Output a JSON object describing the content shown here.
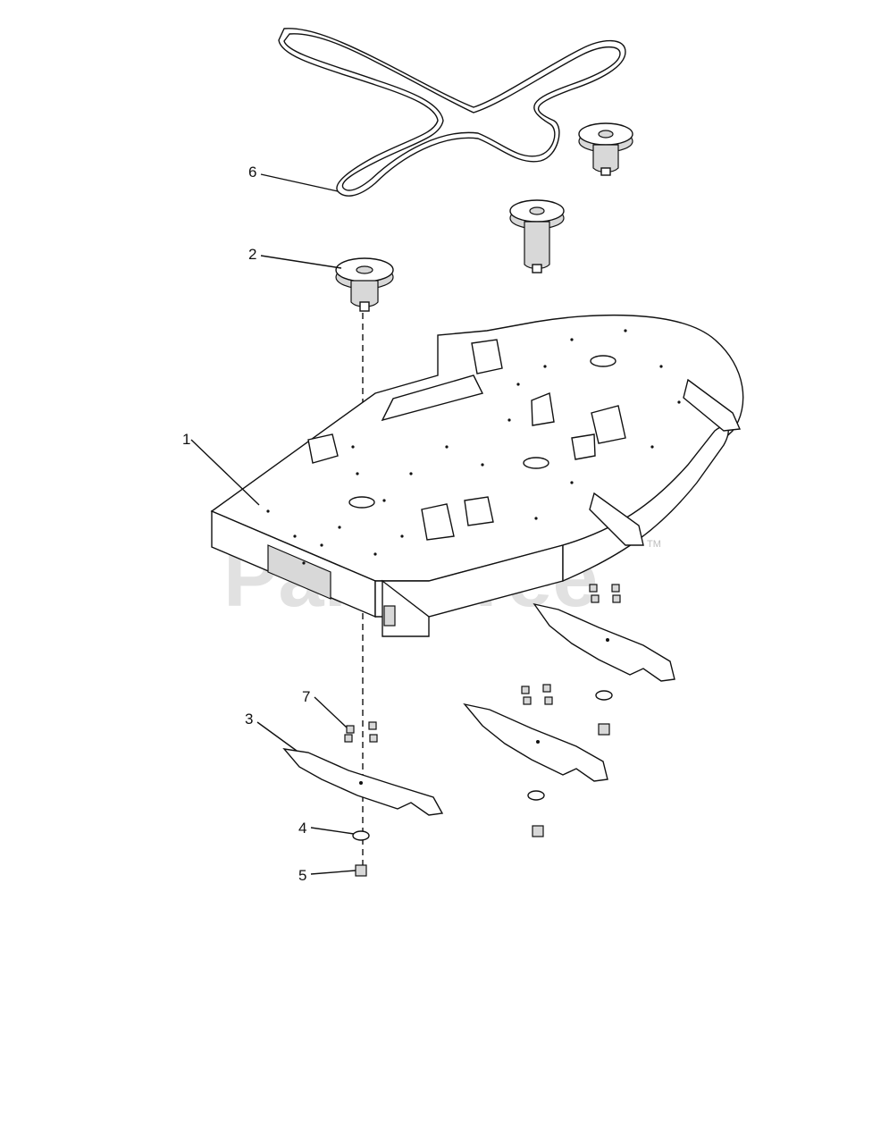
{
  "watermark": {
    "text": "PartsTree",
    "trademark": "TM"
  },
  "callouts": [
    {
      "id": "1",
      "label": "1"
    },
    {
      "id": "2",
      "label": "2"
    },
    {
      "id": "3",
      "label": "3"
    },
    {
      "id": "4",
      "label": "4"
    },
    {
      "id": "5",
      "label": "5"
    },
    {
      "id": "6",
      "label": "6"
    },
    {
      "id": "7",
      "label": "7"
    }
  ],
  "parts": [
    {
      "callout": "1",
      "icon": "mower-deck-housing"
    },
    {
      "callout": "2",
      "icon": "spindle-pulley-assembly"
    },
    {
      "callout": "3",
      "icon": "mower-blade"
    },
    {
      "callout": "4",
      "icon": "washer"
    },
    {
      "callout": "5",
      "icon": "hex-nut"
    },
    {
      "callout": "6",
      "icon": "drive-belt"
    },
    {
      "callout": "7",
      "icon": "bolt"
    }
  ]
}
